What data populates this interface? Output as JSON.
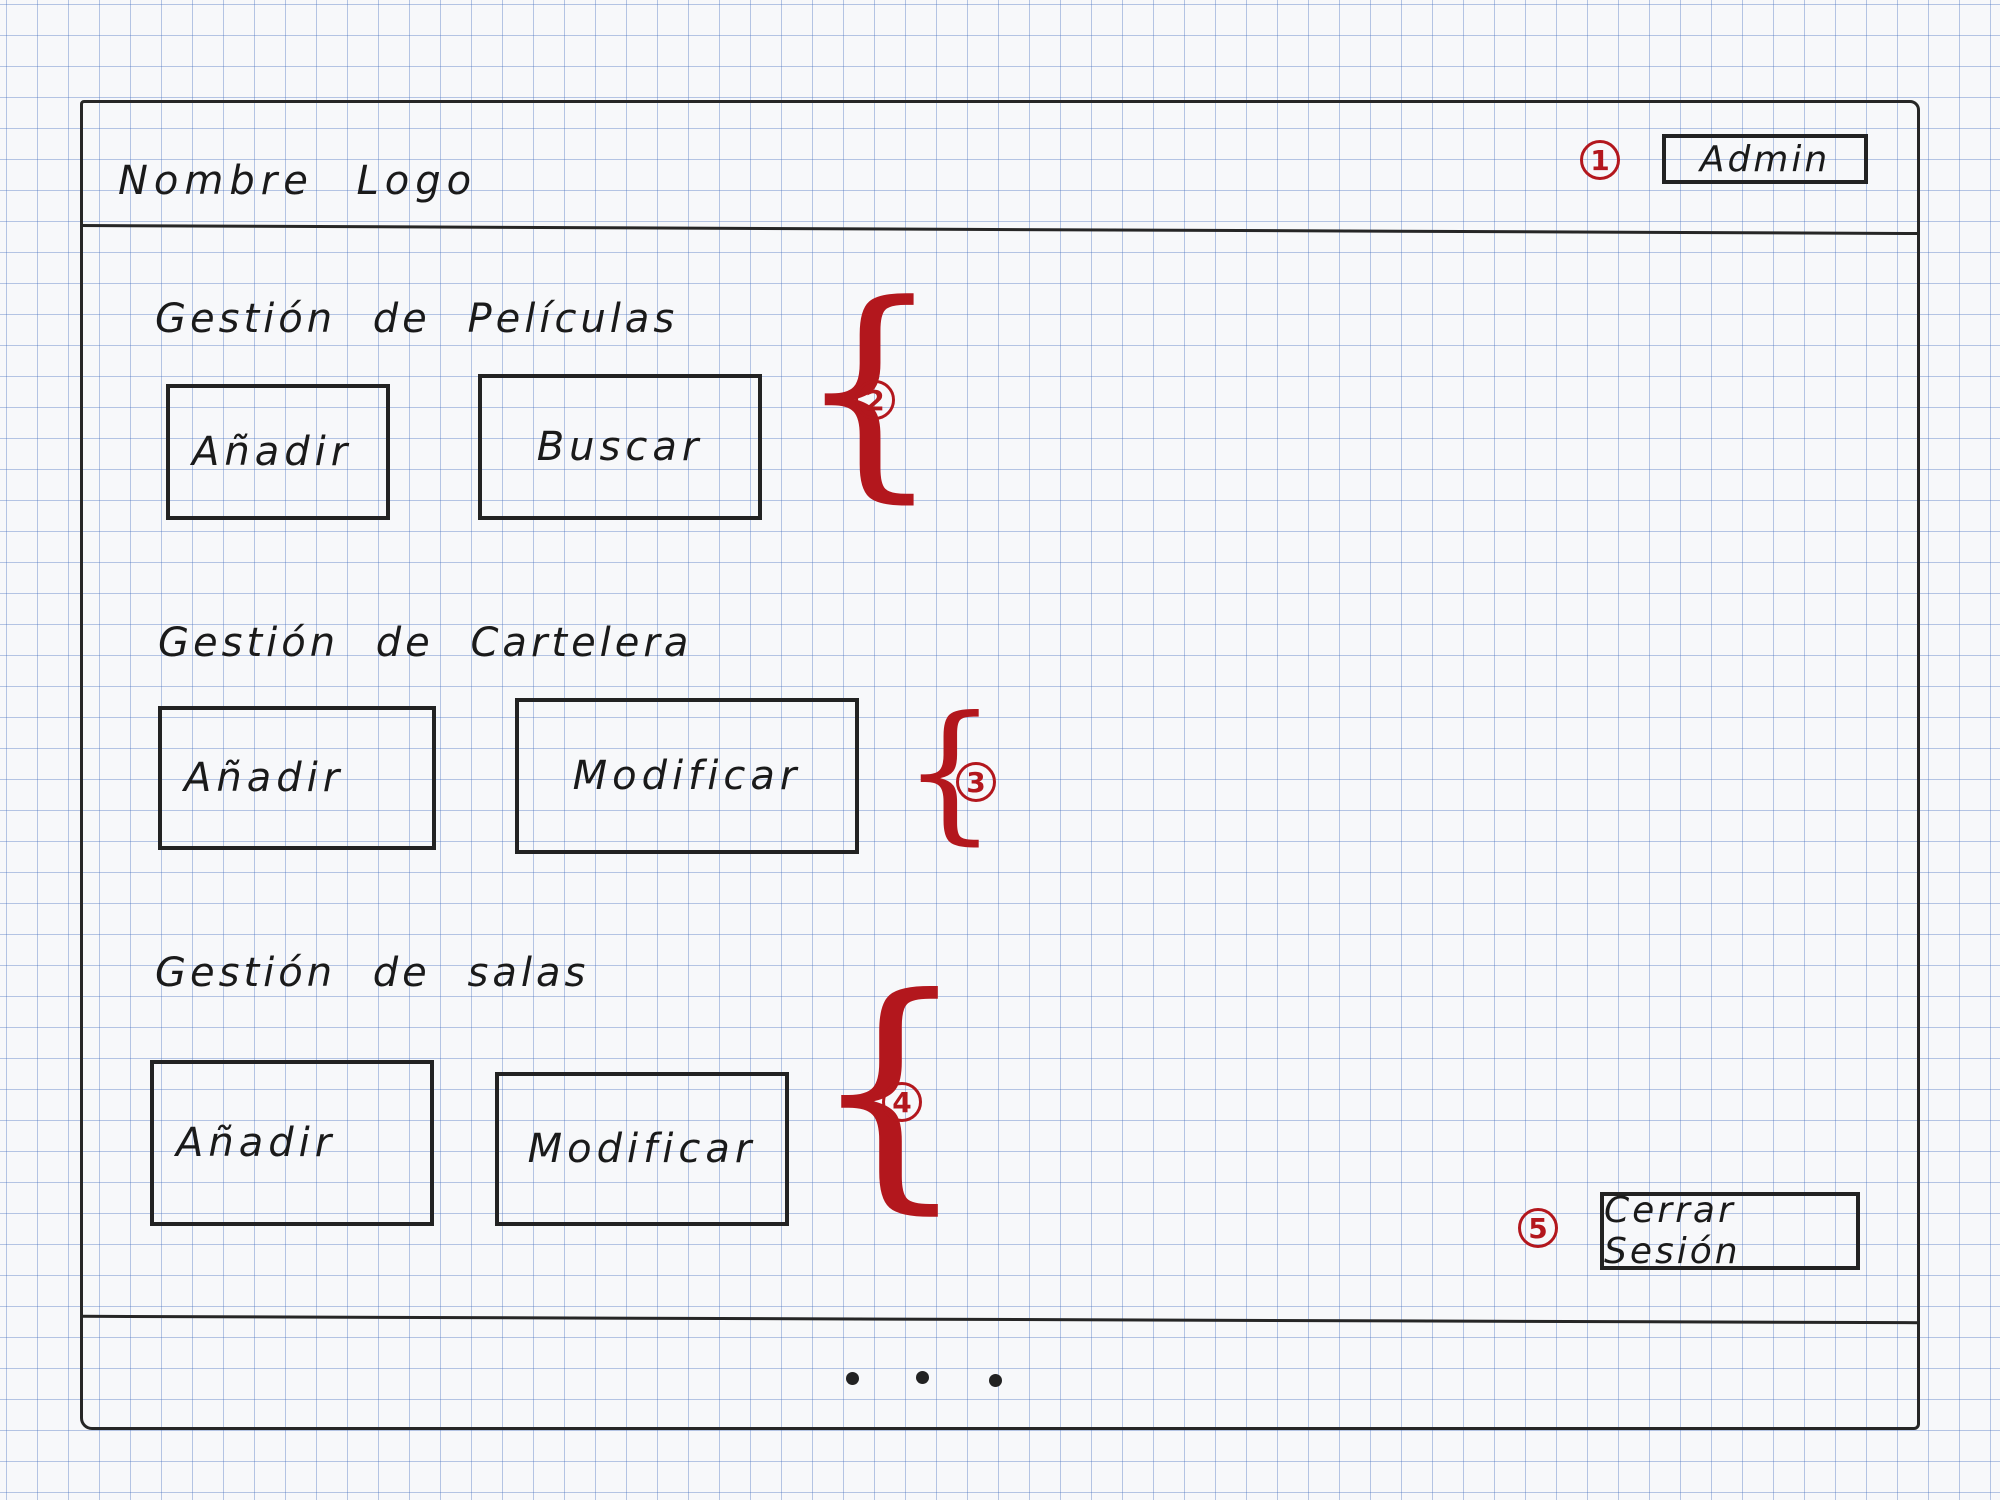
{
  "header": {
    "brand": "Nombre Logo",
    "admin_label": "Admin",
    "admin_marker": "1"
  },
  "sections": [
    {
      "title": "Gestión de Películas",
      "marker": "2",
      "buttons": [
        "Añadir",
        "Buscar"
      ]
    },
    {
      "title": "Gestión de Cartelera",
      "marker": "3",
      "buttons": [
        "Añadir",
        "Modificar"
      ]
    },
    {
      "title": "Gestión de salas",
      "marker": "4",
      "buttons": [
        "Añadir",
        "Modificar"
      ]
    }
  ],
  "footer": {
    "logout_label": "Cerrar Sesión",
    "logout_marker": "5",
    "pagination": "• • •"
  },
  "colors": {
    "ink": "#222222",
    "annotation_red": "#b3171d",
    "grid_blue": "#466ebe"
  }
}
